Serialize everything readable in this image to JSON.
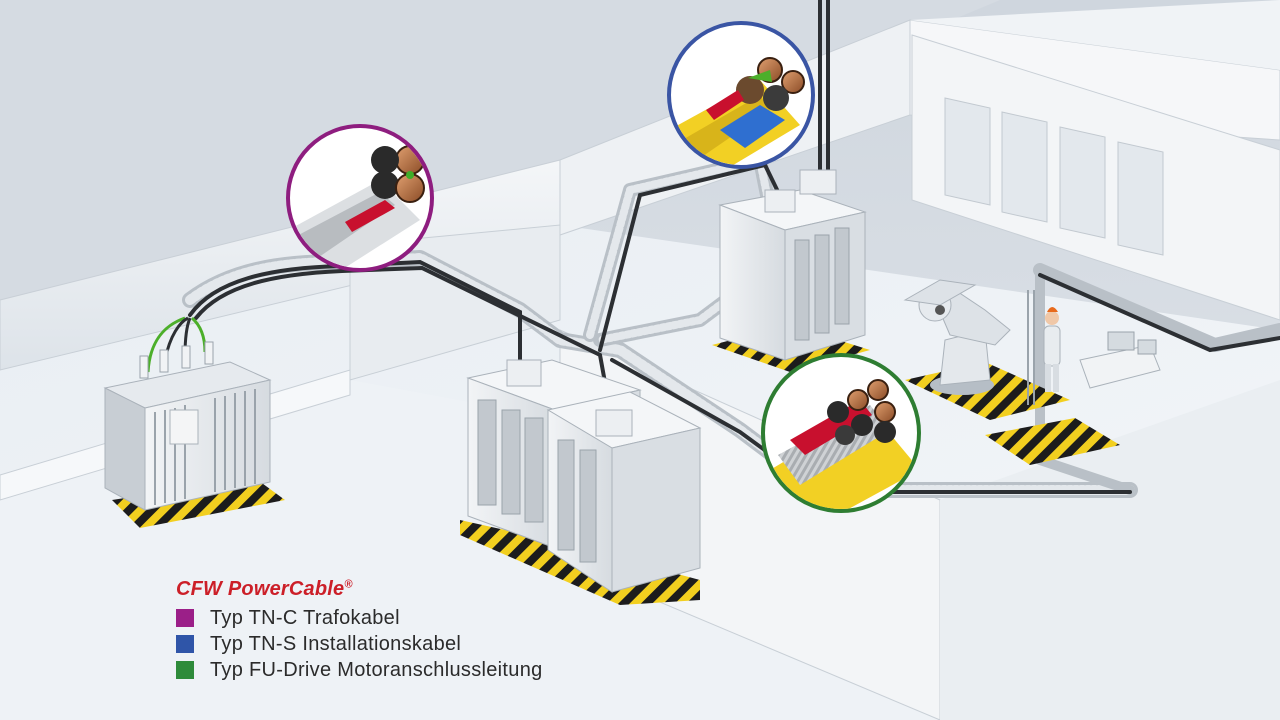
{
  "legend": {
    "title": "CFW PowerCable",
    "title_mark": "®",
    "items": [
      {
        "label": "Typ TN-C Trafokabel",
        "color": "#9b1f88"
      },
      {
        "label": "Typ TN-S Installationskabel",
        "color": "#2f55a8"
      },
      {
        "label": "Typ FU-Drive Motoranschlussleitung",
        "color": "#2e8b3a"
      }
    ]
  },
  "callouts": [
    {
      "name": "tn-c-cable-closeup",
      "ring_color": "#8e1d7f",
      "sheath": "gray"
    },
    {
      "name": "tn-s-cable-closeup",
      "ring_color": "#3a55a4",
      "sheath": "yellow"
    },
    {
      "name": "fu-drive-cable-closeup",
      "ring_color": "#2e7d32",
      "sheath": "braided"
    }
  ],
  "scene": {
    "objects": [
      "transformer",
      "switch-cabinet-pair",
      "switch-cabinet-upper",
      "industrial-robot",
      "operator",
      "control-desk",
      "cable-tray"
    ]
  }
}
